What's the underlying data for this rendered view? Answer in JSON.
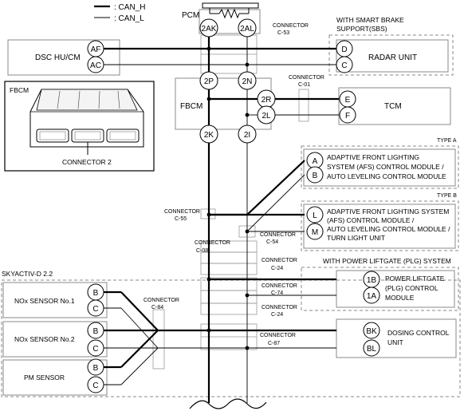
{
  "legend": {
    "can_h": ": CAN_H",
    "can_l": ": CAN_L"
  },
  "modules": {
    "pcm": "PCM",
    "dsc": "DSC HU/CM",
    "fbcm": "FBCM",
    "fbcm_inset_title": "FBCM",
    "fbcm_inset_caption": "CONNECTOR 2",
    "radar": "RADAR UNIT",
    "sbs": [
      "WITH SMART BRAKE",
      "SUPPORT(SBS)"
    ],
    "tcm": "TCM",
    "type_a": "TYPE A",
    "type_b": "TYPE B",
    "afs_a": [
      "ADAPTIVE FRONT LIGHTING",
      "SYSTEM (AFS) CONTROL MODULE /",
      "AUTO LEVELING CONTROL MODULE"
    ],
    "afs_b": [
      "ADAPTIVE FRONT LIGHTING SYSTEM",
      "(AFS) CONTROL MODULE /",
      "AUTO LEVELING CONTROL MODULE /",
      "TURN LIGHT UNIT"
    ],
    "plg_group": "WITH POWER LIFTGATE (PLG) SYSTEM",
    "plg": [
      "POWER LIFTGATE",
      "(PLG) CONTROL",
      "MODULE"
    ],
    "skyactiv": "SKYACTIV-D 2.2",
    "nox1": "NOx SENSOR No.1",
    "nox2": "NOx SENSOR No.2",
    "pm": "PM SENSOR",
    "dosing": [
      "DOSING CONTROL",
      "UNIT"
    ]
  },
  "connectors": {
    "c53": [
      "CONNECTOR",
      "C-53"
    ],
    "c01": [
      "CONNECTOR",
      "C-01"
    ],
    "c55": [
      "CONNECTOR",
      "C-55"
    ],
    "c54": [
      "CONNECTOR",
      "C-54"
    ],
    "c08": [
      "CONNECTOR",
      "C-08"
    ],
    "c24a": [
      "CONNECTOR",
      "C-24"
    ],
    "c74": [
      "CONNECTOR",
      "C-74"
    ],
    "c24b": [
      "CONNECTOR",
      "C-24"
    ],
    "c84": [
      "CONNECTOR",
      "C-84"
    ],
    "c87": [
      "CONNECTOR",
      "C-87"
    ]
  },
  "pins": {
    "pcm_h": "2AK",
    "pcm_l": "2AL",
    "dsc_h": "AF",
    "dsc_l": "AC",
    "radar_h": "D",
    "radar_l": "C",
    "fbcm_top_h": "2P",
    "fbcm_top_l": "2N",
    "fbcm_2r": "2R",
    "fbcm_2l": "2L",
    "tcm_h": "E",
    "tcm_l": "F",
    "fbcm_bot_h": "2K",
    "fbcm_bot_l": "2I",
    "afs_a_h": "A",
    "afs_a_l": "B",
    "afs_b_h": "L",
    "afs_b_l": "M",
    "plg_h": "1B",
    "plg_l": "1A",
    "nox1_h": "B",
    "nox1_l": "C",
    "nox2_h": "B",
    "nox2_l": "C",
    "pm_h": "B",
    "pm_l": "C",
    "dosing_h": "BK",
    "dosing_l": "BL"
  }
}
